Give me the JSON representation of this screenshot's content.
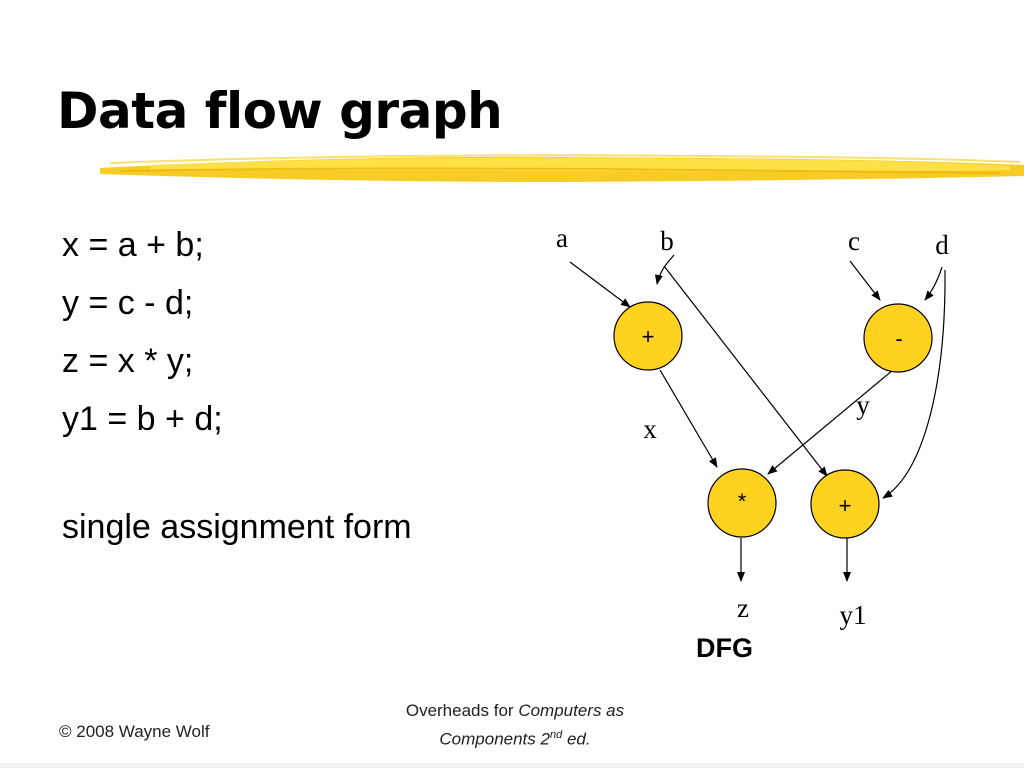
{
  "slide": {
    "title": "Data flow graph",
    "code_lines": [
      "x = a + b;",
      "y = c - d;",
      "z = x * y;",
      "y1 = b + d;"
    ],
    "note": "single assignment form"
  },
  "diagram": {
    "inputs": {
      "a": "a",
      "b": "b",
      "c": "c",
      "d": "d"
    },
    "operators": {
      "add1": "+",
      "sub": "-",
      "mul": "*",
      "add2": "+"
    },
    "edge_labels": {
      "x": "x",
      "y": "y"
    },
    "outputs": {
      "z": "z",
      "y1": "y1"
    },
    "caption": "DFG",
    "node_color": "#ffd21f"
  },
  "footer": {
    "copyright": "© 2008 Wayne Wolf",
    "line1_plain": "Overheads for",
    "line1_italic": "Computers as",
    "line2_italic_a": "Components 2",
    "line2_sup": "nd",
    "line2_italic_b": "ed."
  }
}
